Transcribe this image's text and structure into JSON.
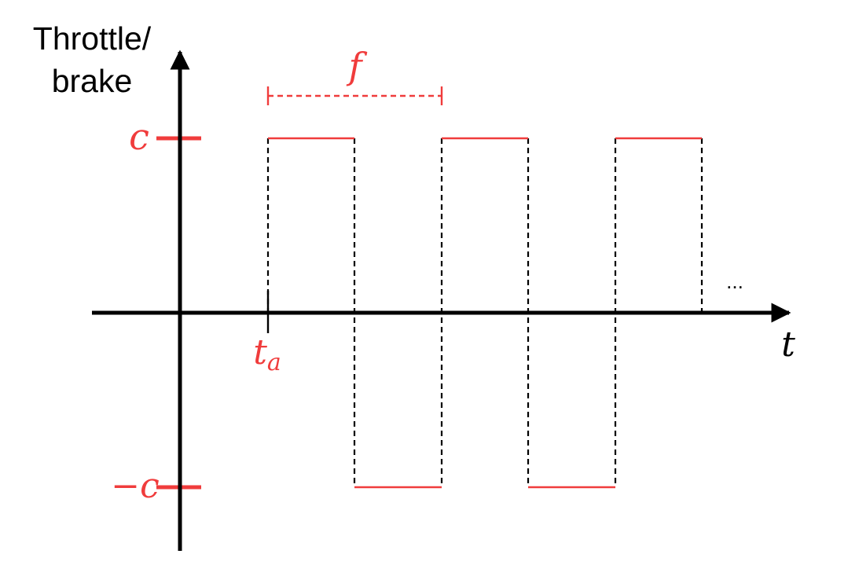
{
  "axes": {
    "y_label_line1": "Throttle/",
    "y_label_line2": "brake",
    "x_label": "t"
  },
  "levels": {
    "upper": "c",
    "lower": "−c"
  },
  "markers": {
    "start_base": "t",
    "start_sub": "a",
    "period": "f"
  },
  "continuation": "...",
  "colors": {
    "signal": "#f03c3c",
    "axis": "#000000"
  },
  "waveform": {
    "start": "t_a",
    "pattern": [
      "c",
      "−c",
      "c",
      "−c",
      "c"
    ]
  }
}
